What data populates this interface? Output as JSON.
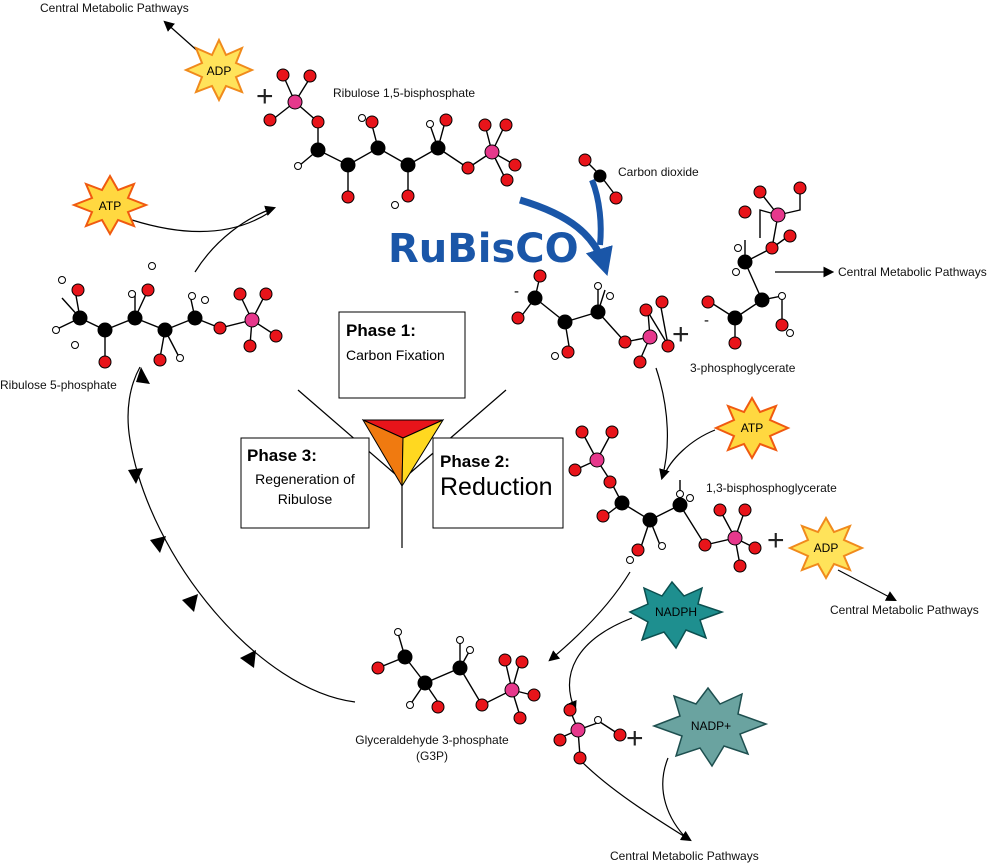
{
  "labels": {
    "central_top_left": "Central Metabolic Pathways",
    "central_right_top": "Central Metabolic Pathways",
    "central_right_mid": "Central Metabolic Pathways",
    "central_bottom": "Central Metabolic Pathways",
    "ribulose_15_bp": "Ribulose 1,5-bisphosphate",
    "carbon_dioxide": "Carbon dioxide",
    "three_pg": "3-phosphoglycerate",
    "bpg": "1,3-bisphosphoglycerate",
    "g3p_line1": "Glyceraldehyde 3-phosphate",
    "g3p_line2": "(G3P)",
    "ribulose_5p": "Ribulose 5-phosphate"
  },
  "enzyme": "RuBisCO",
  "phases": {
    "p1_title": "Phase 1:",
    "p1_sub": "Carbon Fixation",
    "p2_title": "Phase 2:",
    "p2_sub": "Reduction",
    "p3_title": "Phase 3:",
    "p3_sub1": "Regeneration of",
    "p3_sub2": "Ribulose"
  },
  "molecules": {
    "adp_top": "ADP",
    "atp_left": "ATP",
    "atp_right": "ATP",
    "adp_right": "ADP",
    "nadph": "NADPH",
    "nadp_plus": "NADP+"
  },
  "symbols": {
    "plus": "+",
    "minus": "-"
  },
  "colors": {
    "carbon": "#000000",
    "oxygen": "#e8141a",
    "phosphorus": "#e6388c",
    "hydrogen": "#ffffff",
    "rubisco_blue": "#1a56a8",
    "star_yellow": "#ffe35a",
    "star_orange": "#f08a1c",
    "nadph_fill": "#1e8f8f",
    "nadp_fill": "#6aa3a0",
    "triangle_red": "#e8141a",
    "triangle_orange": "#f07a10",
    "triangle_yellow": "#ffd820"
  },
  "icons": {
    "star": "starburst-icon",
    "arrow": "arrowhead-icon"
  }
}
